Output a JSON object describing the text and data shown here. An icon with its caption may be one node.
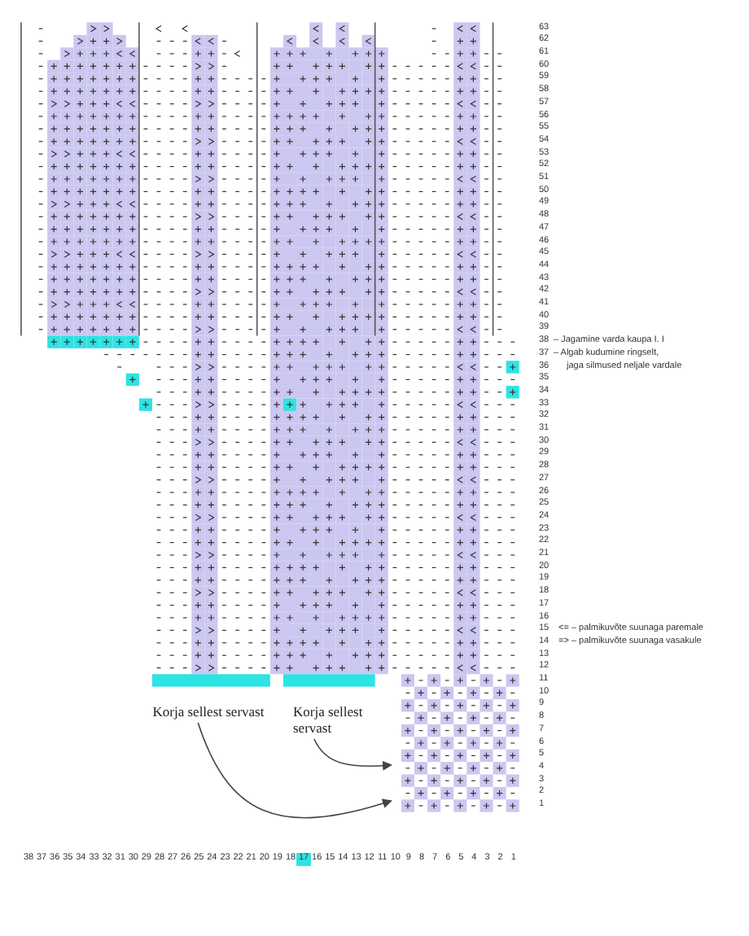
{
  "diagram": {
    "nodes": [
      {
        "text": [
          "Korja sellest servast"
        ]
      },
      {
        "text": [
          "Korja sellest servast"
        ]
      }
    ],
    "edges": [
      {
        "from": 0,
        "to": null,
        "arrow": "to"
      },
      {
        "from": 1,
        "to": null,
        "arrow": "to"
      }
    ],
    "labels": [
      "63",
      "62",
      "61",
      "60",
      "59",
      "58",
      "57",
      "56",
      "55",
      "54",
      "53",
      "52",
      "51",
      "50",
      "49",
      "48",
      "47",
      "46",
      "45",
      "44",
      "43",
      "42",
      "41",
      "40",
      "39",
      "38",
      "– Jagamine varda kaupa I. I",
      "37",
      "– Algab kudumine ringselt,",
      "36",
      "jaga silmused neljale vardale",
      "35",
      "34",
      "33",
      "32",
      "31",
      "30",
      "29",
      "28",
      "27",
      "26",
      "25",
      "24",
      "23",
      "22",
      "21",
      "20",
      "19",
      "18",
      "17",
      "16",
      "15",
      "<= – palmikuvõte suunaga paremale",
      "14",
      "=> – palmikuvõte suunaga vasakule",
      "13",
      "12",
      "11",
      "10",
      "9",
      "8",
      "7",
      "6",
      "5",
      "4",
      "3",
      "2",
      "1",
      "38",
      "37",
      "36",
      "35",
      "34",
      "33",
      "32",
      "31",
      "30",
      "29",
      "28",
      "27",
      "26",
      "25",
      "24",
      "23",
      "22",
      "21",
      "20",
      "19",
      "18",
      "17",
      "16",
      "15",
      "14",
      "13",
      "12",
      "11",
      "10",
      "9",
      "8",
      "7",
      "6",
      "5",
      "4",
      "3",
      "2",
      "1"
    ]
  }
}
